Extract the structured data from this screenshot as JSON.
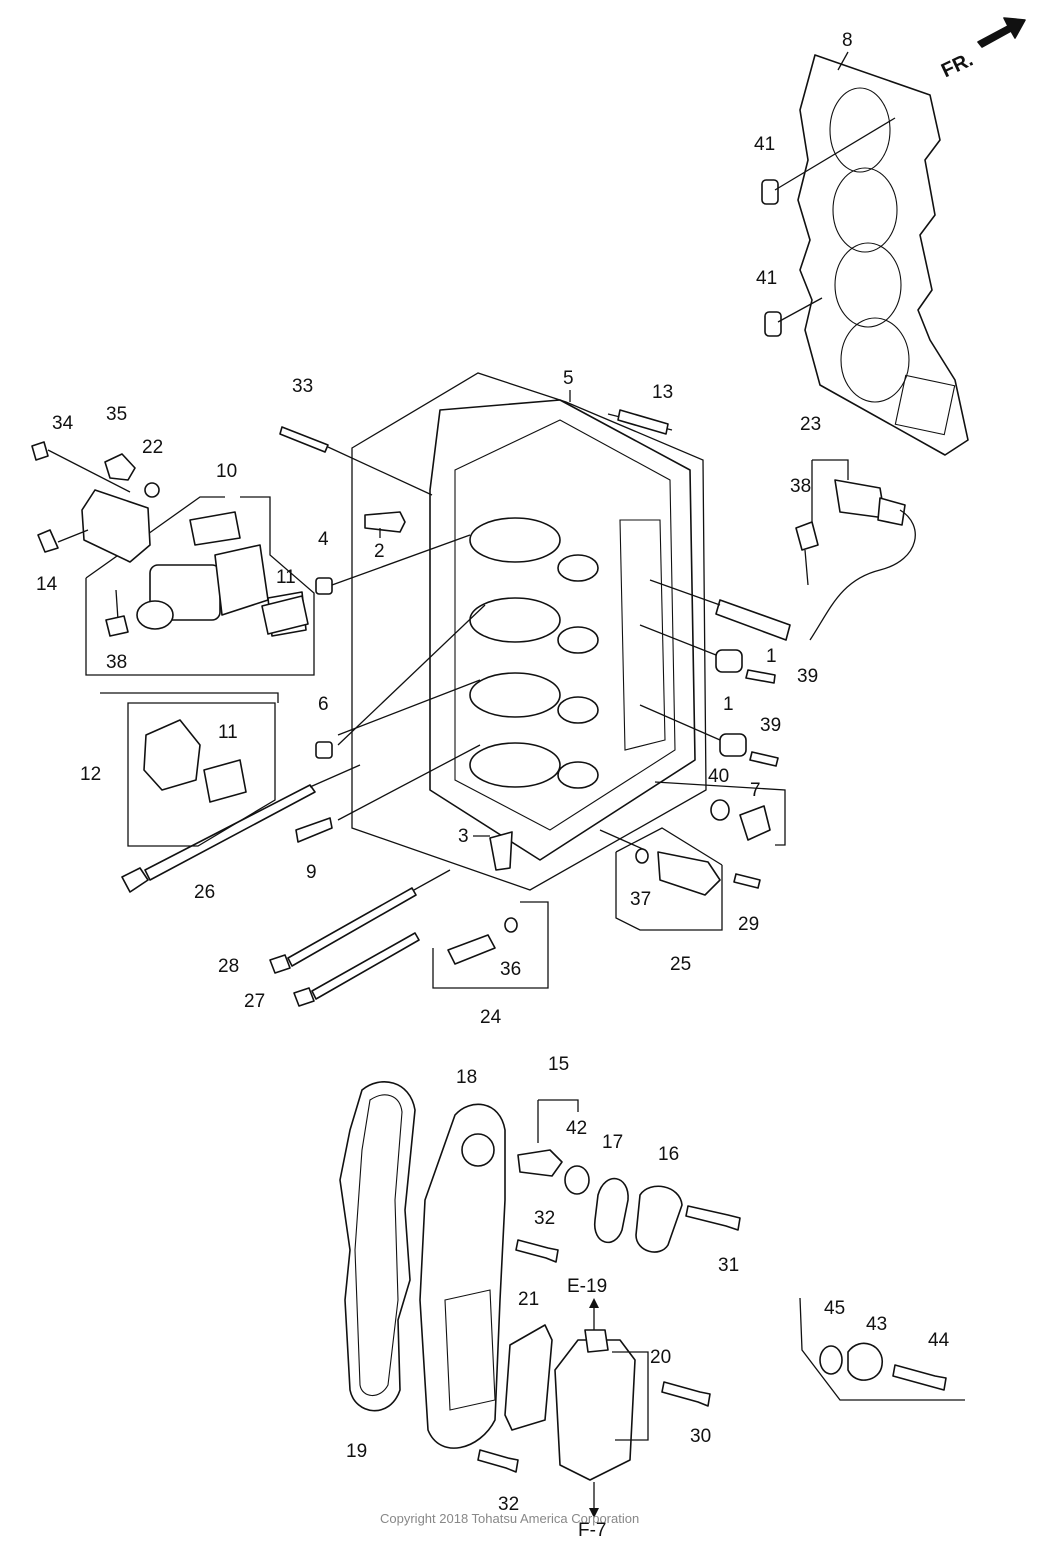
{
  "direction_label": "FR.",
  "copyright": "Copyright 2018 Tohatsu America Corporation",
  "refs": {
    "up": "E-19",
    "down": "F-7"
  },
  "labels": {
    "l8": "8",
    "l41a": "41",
    "l41b": "41",
    "l23": "23",
    "l38a": "38",
    "l33": "33",
    "l5": "5",
    "l13": "13",
    "l34": "34",
    "l35": "35",
    "l22": "22",
    "l10": "10",
    "l14": "14",
    "l11a": "11",
    "l38b": "38",
    "l2": "2",
    "l4": "4",
    "l1a": "1",
    "l39a": "39",
    "l1b": "1",
    "l39b": "39",
    "l6": "6",
    "l12": "12",
    "l11b": "11",
    "l40": "40",
    "l7": "7",
    "l3": "3",
    "l9": "9",
    "l26": "26",
    "l37": "37",
    "l29": "29",
    "l25": "25",
    "l36": "36",
    "l28": "28",
    "l27": "27",
    "l24": "24",
    "l15": "15",
    "l18": "18",
    "l42": "42",
    "l17": "17",
    "l16": "16",
    "l32a": "32",
    "l31": "31",
    "l21": "21",
    "l20": "20",
    "l30": "30",
    "l19": "19",
    "l32b": "32",
    "l45": "45",
    "l43": "43",
    "l44": "44"
  }
}
